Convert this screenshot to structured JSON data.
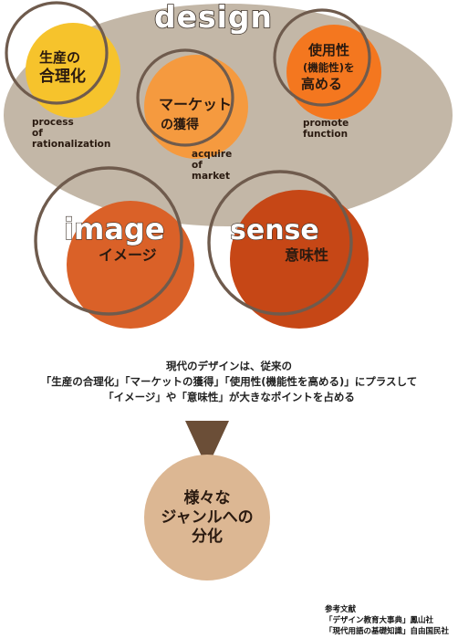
{
  "diagram": {
    "title": "design",
    "nodes": {
      "rationalization": {
        "jp": [
          "生産の",
          "合理化"
        ],
        "en": [
          "process",
          "of",
          "rationalization"
        ]
      },
      "market": {
        "jp": [
          "マーケット",
          "の獲得"
        ],
        "en": [
          "acquire",
          "of",
          "market"
        ]
      },
      "function": {
        "jp": [
          "使用性",
          "(機能性)を",
          "高める"
        ],
        "en": [
          "promote",
          "function"
        ]
      },
      "image": {
        "en": "image",
        "jp": "イメージ"
      },
      "sense": {
        "en": "sense",
        "jp": "意味性"
      }
    },
    "colors": {
      "ellipse": "#c3b7a7",
      "ring": "#6f5b4d",
      "yellow": "#f6c32c",
      "orange_mid": "#f59a3f",
      "orange": "#f4771f",
      "image": "#da6128",
      "sense": "#c64716",
      "arrow": "#6b4e37",
      "result": "#dcb793"
    }
  },
  "caption": {
    "line1": "現代のデザインは、従来の",
    "line2": "「生産の合理化」「マーケットの獲得」「使用性(機能性を高める)」にプラスして",
    "line3": "「イメージ」や「意味性」が大きなポイントを占める"
  },
  "result": {
    "lines": [
      "様々な",
      "ジャンルへの",
      "分化"
    ]
  },
  "references": {
    "heading": "参考文献",
    "items": [
      "「デザイン教育大事典」鳳山社",
      "「現代用語の基礎知識」自由国民社"
    ]
  }
}
